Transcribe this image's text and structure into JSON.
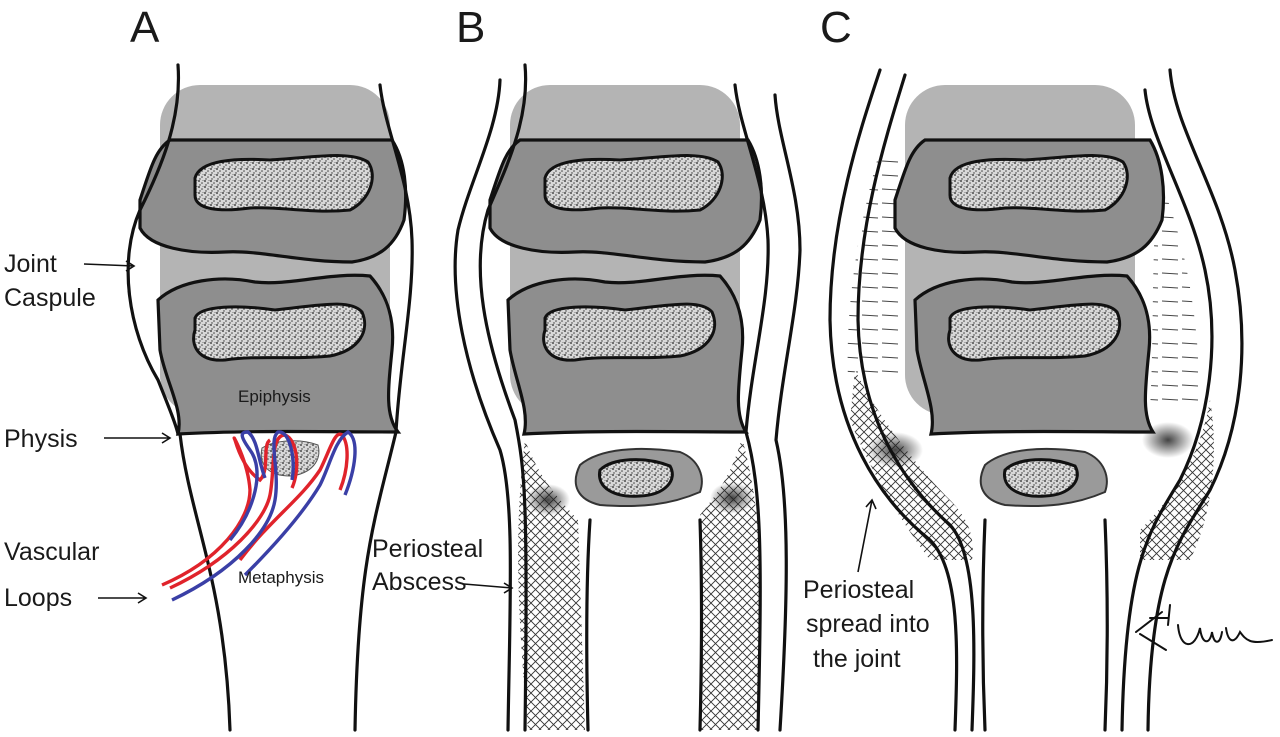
{
  "panels": {
    "a": {
      "letter": "A"
    },
    "b": {
      "letter": "B"
    },
    "c": {
      "letter": "C"
    }
  },
  "labels": {
    "joint_capsule": [
      "Joint",
      "Caspule"
    ],
    "physis": "Physis",
    "vascular_loops": [
      "Vascular",
      "Loops"
    ],
    "epiphysis": "Epiphysis",
    "metaphysis": "Metaphysis",
    "periosteal_abscess": [
      "Periosteal",
      "Abscess"
    ],
    "periosteal_spread": [
      "Periosteal",
      "spread into",
      "the joint"
    ]
  },
  "signature": "T. Urish",
  "colors": {
    "artery": "#e0232b",
    "vein": "#3a3fa6",
    "bone_shade": "#8e8e8e",
    "ink": "#111111"
  }
}
